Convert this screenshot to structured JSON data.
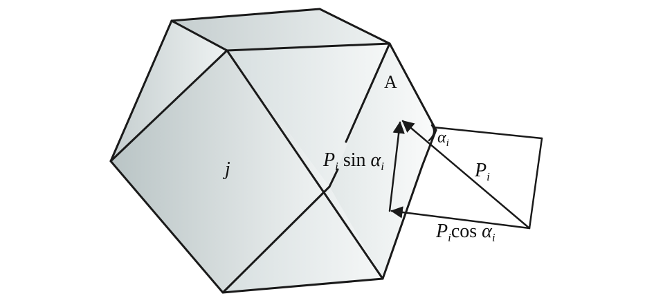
{
  "labels": {
    "face_a": "A",
    "face_j": "j",
    "component_sin": {
      "p": "P",
      "sub": "i",
      "text": " sin ",
      "alpha": "α",
      "alpha_sub": "i"
    },
    "component_cos": {
      "p": "P",
      "sub": "i",
      "text": "cos ",
      "alpha": "α",
      "alpha_sub": "i"
    },
    "force": {
      "p": "P",
      "sub": "i"
    },
    "angle": {
      "alpha": "α",
      "sub": "i"
    }
  },
  "colors": {
    "stroke": "#1a1a1a",
    "face_dark": "#b9c4c5",
    "face_mid": "#dfe5e6",
    "face_light": "#f4f7f7"
  }
}
